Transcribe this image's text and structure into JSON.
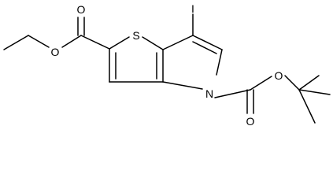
{
  "molecule": {
    "atom_labels": {
      "sulfur": "S",
      "iodine": "I",
      "nitrogen": "N",
      "ester_carbonyl_oxygen": "O",
      "ester_ether_oxygen": "O",
      "boc_carbonyl_oxygen": "O",
      "boc_ether_oxygen": "O"
    }
  }
}
